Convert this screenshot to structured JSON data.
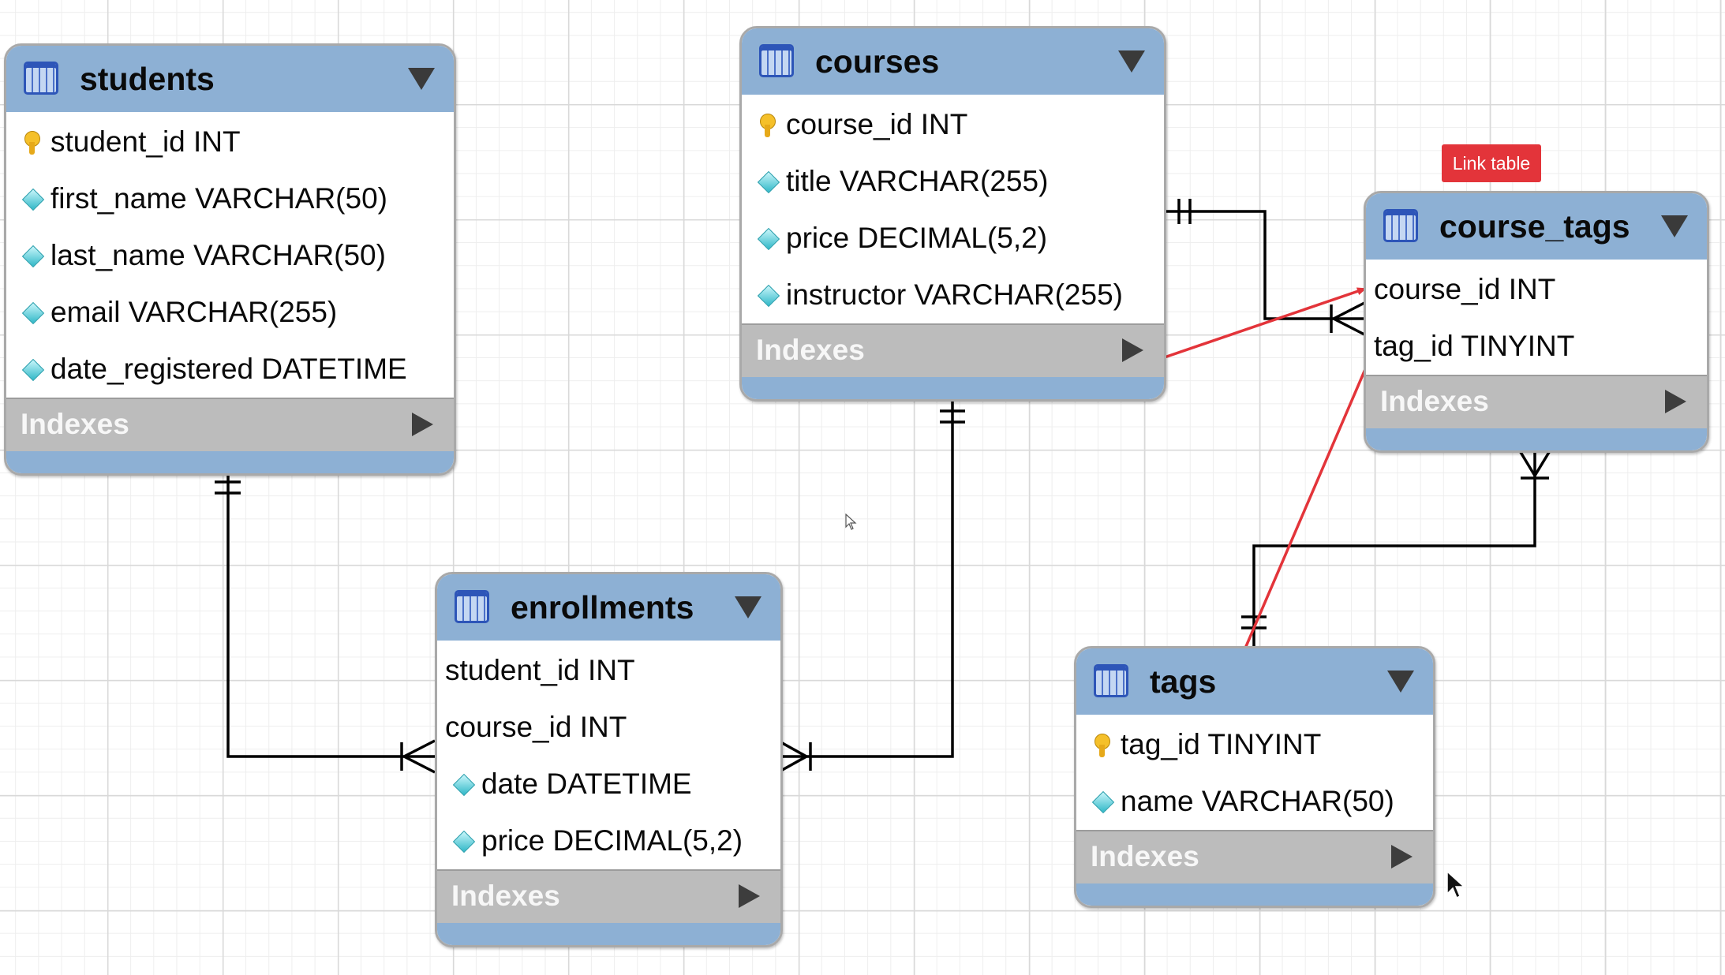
{
  "tables": [
    {
      "id": "students",
      "name": "students",
      "indexes_label": "Indexes",
      "columns": [
        {
          "text": "student_id INT",
          "icon": "primary-key-icon"
        },
        {
          "text": "first_name VARCHAR(50)",
          "icon": "column-diamond-icon"
        },
        {
          "text": "last_name VARCHAR(50)",
          "icon": "column-diamond-icon"
        },
        {
          "text": "email VARCHAR(255)",
          "icon": "column-diamond-icon"
        },
        {
          "text": "date_registered DATETIME",
          "icon": "column-diamond-icon"
        }
      ]
    },
    {
      "id": "courses",
      "name": "courses",
      "indexes_label": "Indexes",
      "columns": [
        {
          "text": "course_id INT",
          "icon": "primary-key-icon"
        },
        {
          "text": "title VARCHAR(255)",
          "icon": "column-diamond-icon"
        },
        {
          "text": "price DECIMAL(5,2)",
          "icon": "column-diamond-icon"
        },
        {
          "text": "instructor VARCHAR(255)",
          "icon": "column-diamond-icon"
        }
      ]
    },
    {
      "id": "course_tags",
      "name": "course_tags",
      "indexes_label": "Indexes",
      "columns": [
        {
          "text": "course_id INT",
          "icon": ""
        },
        {
          "text": "tag_id TINYINT",
          "icon": ""
        }
      ]
    },
    {
      "id": "enrollments",
      "name": "enrollments",
      "indexes_label": "Indexes",
      "columns": [
        {
          "text": "student_id INT",
          "icon": ""
        },
        {
          "text": "course_id INT",
          "icon": ""
        },
        {
          "text": "date DATETIME",
          "icon": "column-diamond-icon"
        },
        {
          "text": "price DECIMAL(5,2)",
          "icon": "column-diamond-icon"
        }
      ]
    },
    {
      "id": "tags",
      "name": "tags",
      "indexes_label": "Indexes",
      "columns": [
        {
          "text": "tag_id TINYINT",
          "icon": "primary-key-icon"
        },
        {
          "text": "name VARCHAR(50)",
          "icon": "column-diamond-icon"
        }
      ]
    }
  ],
  "annotation": {
    "label": "Link table",
    "color": "#e3343a"
  },
  "colors": {
    "header": "#8db0d4",
    "indexes_bar": "#bcbcbc",
    "relationship_line": "#000000",
    "annotation_arrow": "#e3343a"
  },
  "relationships": [
    {
      "from": "students",
      "to": "enrollments",
      "from_end": "one",
      "to_end": "many"
    },
    {
      "from": "courses",
      "to": "enrollments",
      "from_end": "one",
      "to_end": "many"
    },
    {
      "from": "courses",
      "to": "course_tags",
      "from_end": "one",
      "to_end": "many"
    },
    {
      "from": "tags",
      "to": "course_tags",
      "from_end": "one",
      "to_end": "many"
    }
  ]
}
